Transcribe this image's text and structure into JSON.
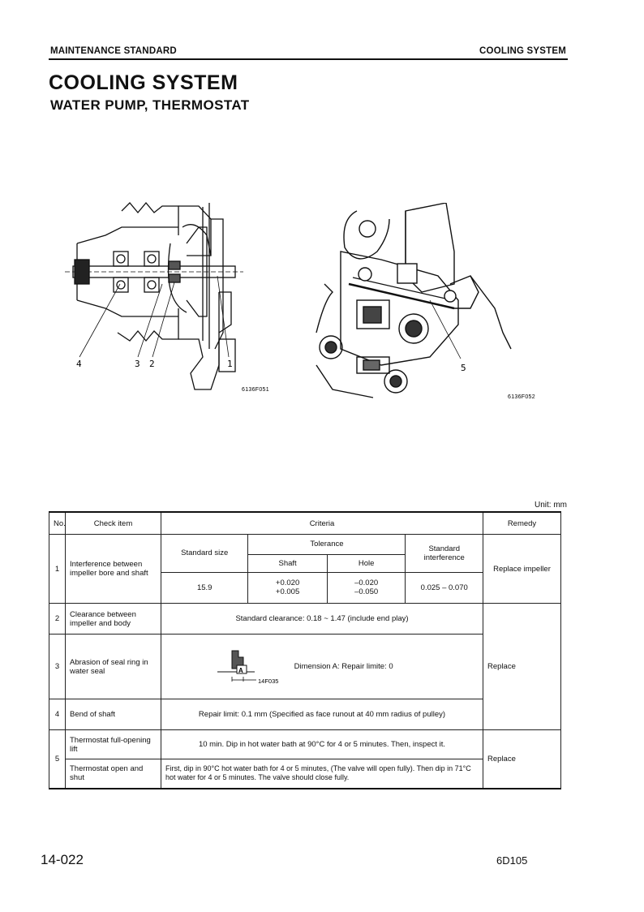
{
  "header": {
    "left": "MAINTENANCE STANDARD",
    "right": "COOLING SYSTEM"
  },
  "title": "COOLING SYSTEM",
  "subtitle": "WATER PUMP, THERMOSTAT",
  "figures": {
    "left_code": "6136F051",
    "right_code": "6136F052",
    "left_callouts": [
      "4",
      "3",
      "2",
      "1"
    ],
    "right_callouts": [
      "5"
    ]
  },
  "table": {
    "unit": "Unit:  mm",
    "headers": {
      "no": "No.",
      "check_item": "Check item",
      "criteria": "Criteria",
      "remedy": "Remedy"
    },
    "sub_headers": {
      "standard_size": "Standard size",
      "tolerance": "Tolerance",
      "shaft": "Shaft",
      "hole": "Hole",
      "standard_interference": "Standard interference"
    },
    "rows": [
      {
        "no": "1",
        "item": "Interference between impeller bore and shaft",
        "standard_size": "15.9",
        "shaft_tol": [
          "+0.020",
          "+0.005"
        ],
        "hole_tol": [
          "–0.020",
          "–0.050"
        ],
        "interference": "0.025 – 0.070",
        "remedy": "Replace impeller"
      },
      {
        "no": "2",
        "item": "Clearance between impeller and body",
        "criteria": "Standard clearance:  0.18 ~ 1.47 (include end play)"
      },
      {
        "no": "3",
        "item": "Abrasion of seal ring in water seal",
        "criteria": "Dimension A:  Repair limite:  0",
        "fig_label": "A",
        "fig_code": "14F035",
        "remedy": "Replace"
      },
      {
        "no": "4",
        "item": "Bend of shaft",
        "criteria": "Repair limit:  0.1 mm (Specified as face runout at 40 mm radius of pulley)"
      },
      {
        "no": "5",
        "item_a": "Thermostat full-opening lift",
        "criteria_a": "10 min.   Dip in hot water bath at 90°C for 4 or 5 minutes.  Then, inspect it.",
        "item_b": "Thermostat open and shut",
        "criteria_b": "First, dip in  90°C  hot water bath for 4 or 5 minutes,  (The  valve will open fully).  Then dip in 71°C hot water for 4 or 5 minutes.  The valve should close fully.",
        "remedy": "Replace"
      }
    ]
  },
  "footer": {
    "page": "14-022",
    "model": "6D105"
  }
}
